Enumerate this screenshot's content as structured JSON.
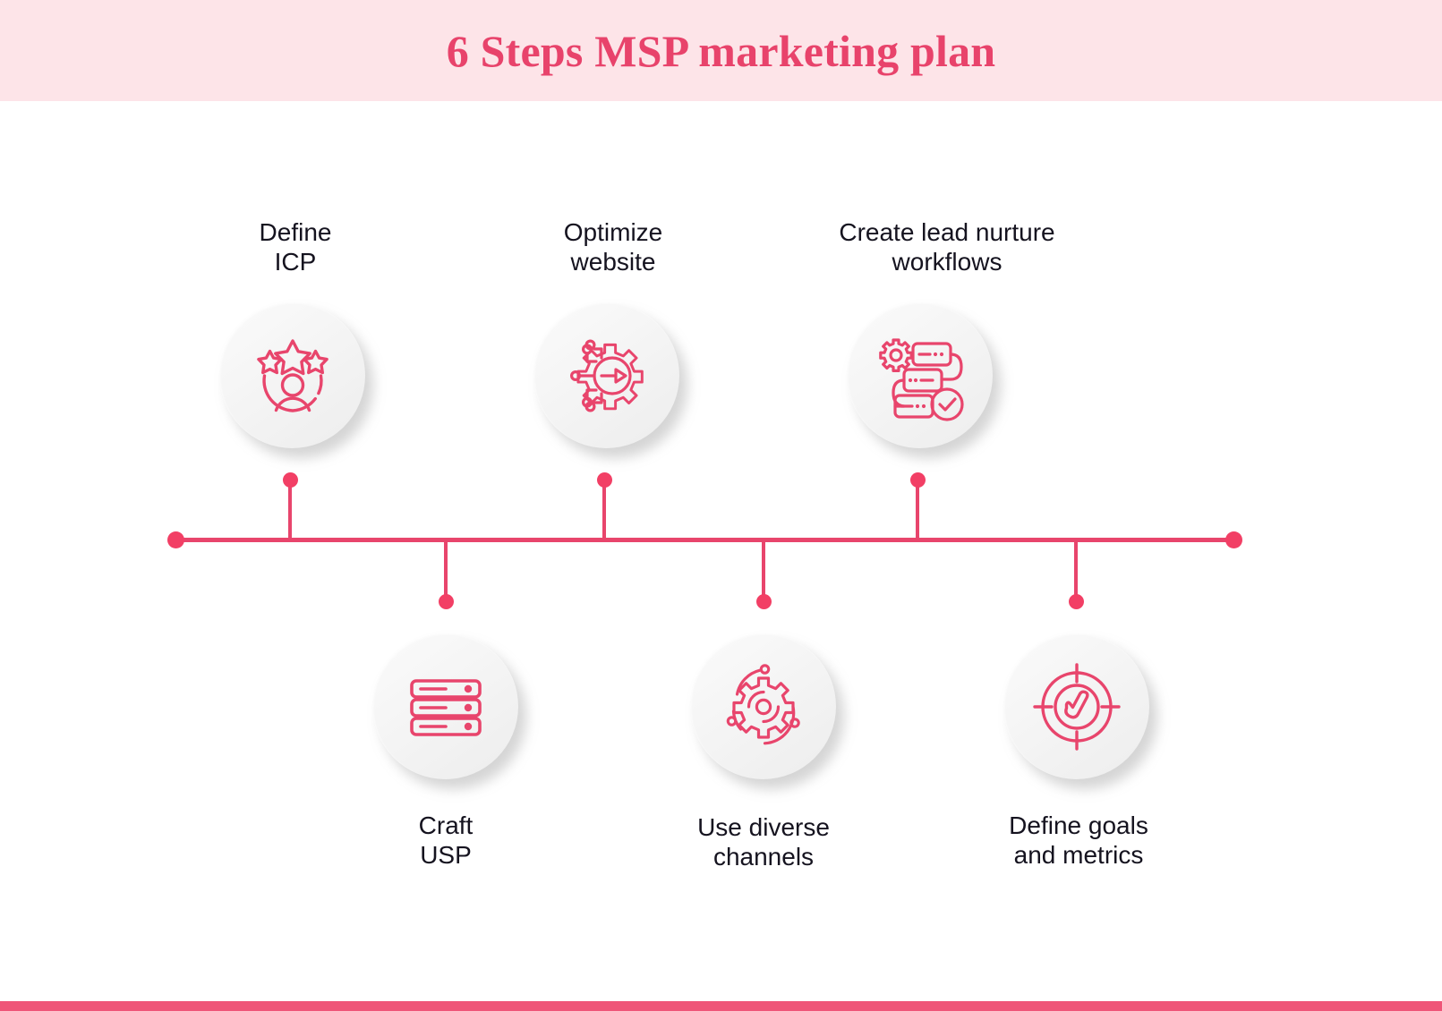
{
  "header": {
    "title": "6 Steps MSP marketing plan",
    "band_color": "#fde4e8",
    "title_color": "#e8436b"
  },
  "theme": {
    "accent": "#e8456c",
    "dot": "#f23f65",
    "bottom_bar": "#ef5578",
    "label_text": "#15131f",
    "circle_face": "#f4f4f4",
    "background": "#ffffff"
  },
  "timeline": {
    "orientation": "horizontal",
    "endpoint_left_label": "",
    "endpoint_right_label": "",
    "step_count": 6
  },
  "steps": [
    {
      "index": 1,
      "label": "Define\nICP",
      "icon": "person-three-stars-icon",
      "position": "above"
    },
    {
      "index": 2,
      "label": "Craft\nUSP",
      "icon": "server-stack-icon",
      "position": "below"
    },
    {
      "index": 3,
      "label": "Optimize\nwebsite",
      "icon": "gear-arrow-circuit-icon",
      "position": "above"
    },
    {
      "index": 4,
      "label": "Use diverse\nchannels",
      "icon": "gear-orbit-nodes-icon",
      "position": "below"
    },
    {
      "index": 5,
      "label": "Create lead nurture\nworkflows",
      "icon": "workflow-gear-check-icon",
      "position": "above"
    },
    {
      "index": 6,
      "label": "Define goals\nand metrics",
      "icon": "target-check-icon",
      "position": "below"
    }
  ]
}
